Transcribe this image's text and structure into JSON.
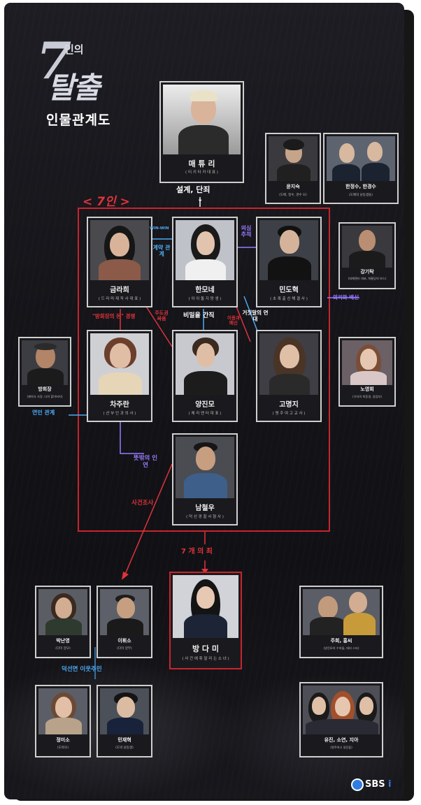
{
  "title": {
    "logo_num": "7",
    "logo_main": "탈출",
    "logo_small": "인의",
    "subtitle": "인물관계도"
  },
  "brand": "SBS",
  "top": {
    "maeryuri": {
      "name": "매 튜 리",
      "role": "( 티 키 타 카 대 표 )"
    },
    "yoonjisuk": {
      "name": "윤지숙",
      "role": "(도배, 정수, 경수 모)"
    },
    "twins": {
      "name": "한정수, 한경수",
      "role": "(도배의 남동생들)"
    }
  },
  "labels": {
    "design": "설계, 단죄",
    "seven": "< 7인 >",
    "winwin": "WIN-WIN",
    "contract": "계약 관계",
    "suspicion": "의심 추적",
    "loyalty": "의리와 배신",
    "money": "\"방회장의 돈\" 경쟁",
    "spat": "주도권 싸움",
    "secret": "비밀을 간직",
    "interest": "이용과 배신",
    "lie": "거짓말의 연대",
    "lover": "연인 관계",
    "fate": "뜻밖의 인연",
    "investigate": "사건조사",
    "sins": "7 개 의 죄",
    "neighbors": "덕선면 이웃주민"
  },
  "seven": {
    "geumrahee": {
      "name": "금라희",
      "role": "( 드 라 마 제 작 사 대 표 )"
    },
    "hanmone": {
      "name": "한모네",
      "role": "( 아 이 돌 지 망 생 )"
    },
    "mindohyuk": {
      "name": "민도혁",
      "role": "( 초 록 출 신 해 결 사 )"
    },
    "chajuran": {
      "name": "차주란",
      "role": "( 산 부 인 과 의 사 )"
    },
    "yangjinmo": {
      "name": "양진모",
      "role": "( 체 리 엔 터 대 표 )"
    },
    "gomyeongji": {
      "name": "고명지",
      "role": "( 명 주 여 고 교 사 )"
    },
    "namcheolwoo": {
      "name": "남철우",
      "role": "( 덕 선 경 찰 서 형 사 )"
    }
  },
  "side": {
    "kangkiTak": {
      "name": "강기탁",
      "role": "(대해엔터 대표, 희룡당의 보스)"
    },
    "banghoejang": {
      "name": "방회장",
      "role": "(제약사 사장, 다의 할아버지)"
    },
    "noyounghee": {
      "name": "노영희",
      "role": "(기자의 희동생, 실업자)"
    }
  },
  "center": {
    "bangdami": {
      "name": "방 다 미",
      "role": "( 사 건 에 휘 말 리 는 소 녀 )"
    }
  },
  "bottom": {
    "parknanyoung": {
      "name": "박난영",
      "role": "(다미 양모)"
    },
    "leehwiso": {
      "name": "이휘소",
      "role": "(다미 양부)"
    },
    "jungmiso": {
      "name": "정미소",
      "role": "(도박모)"
    },
    "minjaehyuk": {
      "name": "민재혁",
      "role": "(도박 남동생)"
    },
    "juhee": {
      "name": "주희, 홍씨",
      "role": "(양진모의 수하들, 대비 스타)"
    },
    "yujin": {
      "name": "유진, 소연, 지아",
      "role": "(명주여고 일진들)"
    }
  }
}
